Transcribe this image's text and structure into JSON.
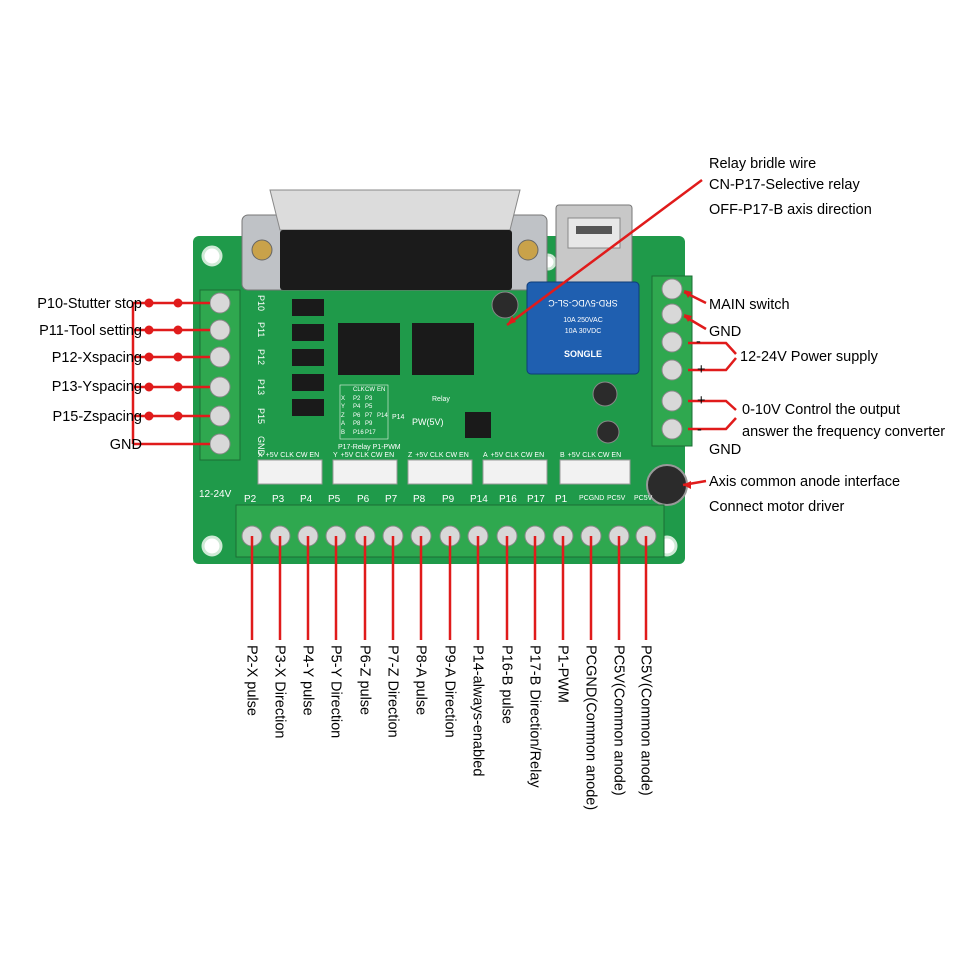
{
  "colors": {
    "pcb": "#1f9a4a",
    "terminal": "#2fa84f",
    "wire": "#e01b1b",
    "chip": "#1a1a1a",
    "relay": "#1f5fb0"
  },
  "board": {
    "silk_left_pins": [
      "P10",
      "P11",
      "P12",
      "P13",
      "P15",
      "GND"
    ],
    "silk_bottom_pins": [
      "P2",
      "P3",
      "P4",
      "P5",
      "P6",
      "P7",
      "P8",
      "P9",
      "P14",
      "P16",
      "P17",
      "P1",
      "PCGND",
      "PC5V",
      "PC5V"
    ],
    "silk_voltage": "12-24V",
    "silk_pwm": "PW(5V)",
    "silk_relay": "Relay",
    "silk_relay_pwm": "P17-Relay P1-PWM",
    "silk_header_labels": [
      "X",
      "Y",
      "Z",
      "A",
      "B"
    ],
    "silk_header_sub": "+5V CLK CW EN",
    "relay_text": [
      "SRD-5VDC-SL-C",
      "10A 250VAC",
      "10A 30VDC",
      "SONGLE"
    ],
    "silk_table": [
      [
        "",
        "CLK",
        "CW",
        "EN"
      ],
      [
        "X",
        "P2",
        "P3",
        ""
      ],
      [
        "Y",
        "P4",
        "P5",
        ""
      ],
      [
        "Z",
        "P6",
        "P7",
        "P14"
      ],
      [
        "A",
        "P8",
        "P9",
        ""
      ],
      [
        "B",
        "P16",
        "P17",
        ""
      ]
    ],
    "silk_p14": "P14"
  },
  "left_labels": [
    "P10-Stutter stop",
    "P11-Tool setting",
    "P12-Xspacing",
    "P13-Yspacing",
    "P15-Zspacing",
    "GND"
  ],
  "right_labels": {
    "relay": [
      "Relay bridle wire",
      "CN-P17-Selective relay",
      "OFF-P17-B axis direction"
    ],
    "main_switch": "MAIN switch",
    "gnd1": "GND",
    "power": "12-24V Power supply",
    "minus1": "-",
    "plus1": "+",
    "plus2": "+",
    "minus2": "-",
    "control": [
      "0-10V Control the output",
      "answer the frequency converter"
    ],
    "gnd2": "GND",
    "axis": [
      "Axis common anode interface",
      "Connect motor driver"
    ]
  },
  "bottom_labels": [
    "P2-X pulse",
    "P3-X Direction",
    "P4-Y pulse",
    "P5-Y Direction",
    "P6-Z pulse",
    "P7-Z Direction",
    "P8-A pulse",
    "P9-A Direction",
    "P14-always-enabled",
    "P16-B pulse",
    "P17-B Direction/Relay",
    "P1-PWM",
    "PCGND(Common anode)",
    "PC5V(Common anode)",
    "PC5V(Common anode)"
  ]
}
